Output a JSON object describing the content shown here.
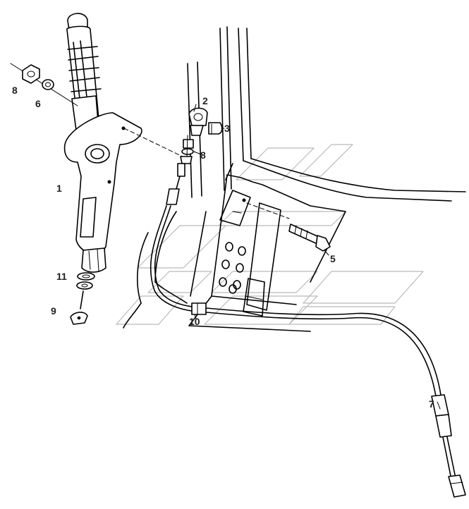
{
  "diagram": {
    "callouts": [
      {
        "id": "c1",
        "text": "1"
      },
      {
        "id": "c2",
        "text": "2"
      },
      {
        "id": "c3",
        "text": "3"
      },
      {
        "id": "c5",
        "text": "5"
      },
      {
        "id": "c6",
        "text": "6"
      },
      {
        "id": "c7",
        "text": "7"
      },
      {
        "id": "c8a",
        "text": "8"
      },
      {
        "id": "c8b",
        "text": "8"
      },
      {
        "id": "c9",
        "text": "9"
      },
      {
        "id": "c10",
        "text": "10"
      },
      {
        "id": "c11",
        "text": "11"
      }
    ],
    "line_color": "#000000",
    "watermark_color": "#b9b9b9"
  }
}
